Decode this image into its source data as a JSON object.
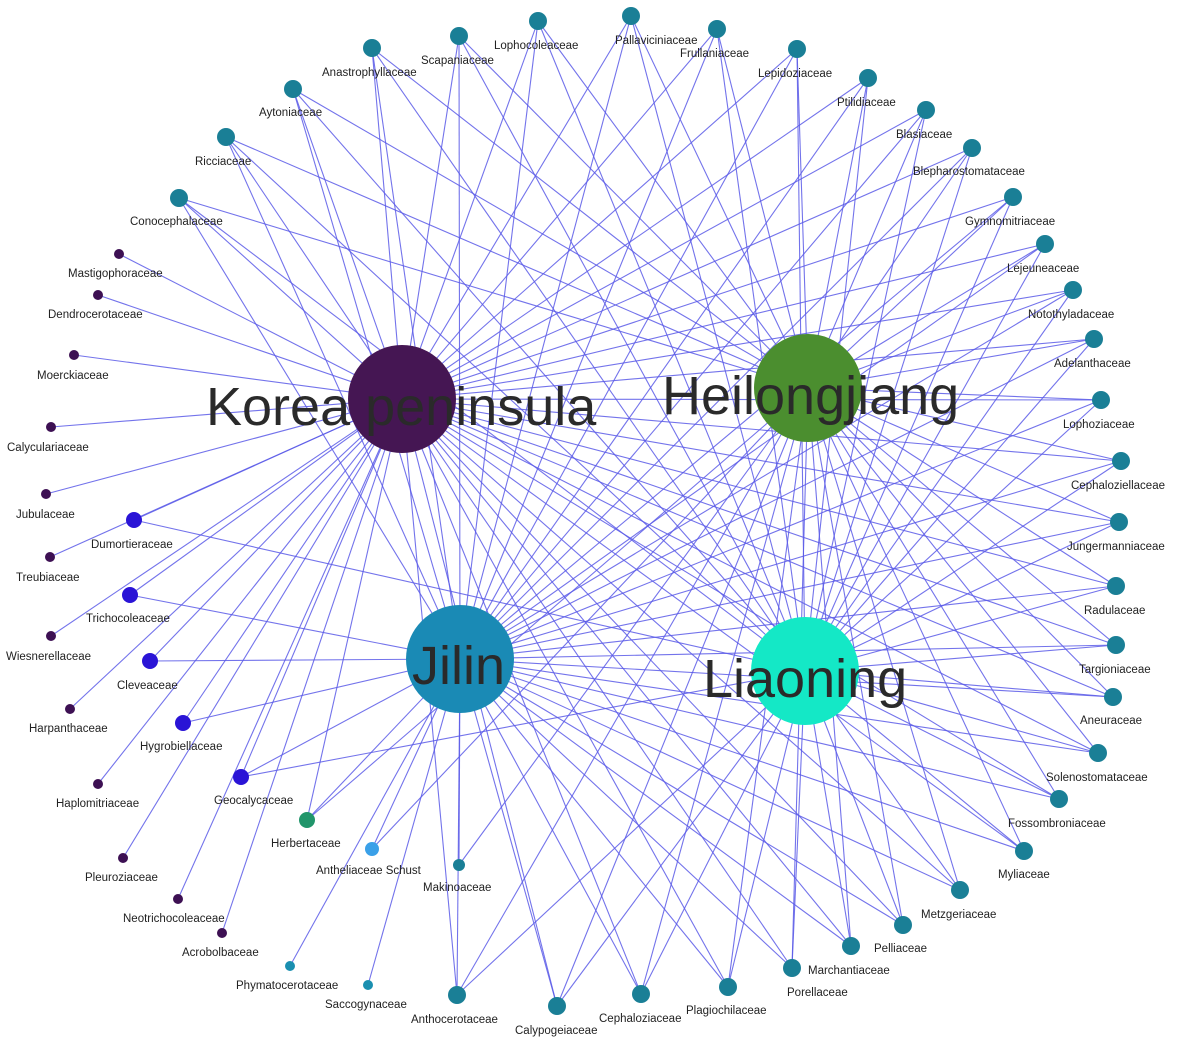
{
  "network": {
    "colors": {
      "edge": "#5a5ae8",
      "teal": "#1a7f96",
      "purple": "#3d1053",
      "blue": "#2a14d6",
      "green": "#21956b",
      "lightblue": "#3aa0e8",
      "smallteal": "#1a8fb0"
    },
    "hubs": [
      {
        "id": "korea",
        "label": "Korea peninsula",
        "color": "#451653"
      },
      {
        "id": "heilongjiang",
        "label": "Heilongjiang",
        "color": "#4b8e2f"
      },
      {
        "id": "jilin",
        "label": "Jilin",
        "color": "#1a8ab5"
      },
      {
        "id": "liaoning",
        "label": "Liaoning",
        "color": "#14e8c6"
      }
    ],
    "families": [
      {
        "label": "Pallaviciniaceae",
        "color": "teal",
        "links": [
          "korea",
          "heilongjiang",
          "jilin",
          "liaoning"
        ]
      },
      {
        "label": "Frullaniaceae",
        "color": "teal",
        "links": [
          "korea",
          "heilongjiang",
          "jilin",
          "liaoning"
        ]
      },
      {
        "label": "Lepidoziaceae",
        "color": "teal",
        "links": [
          "korea",
          "heilongjiang",
          "jilin",
          "liaoning"
        ]
      },
      {
        "label": "Ptilidiaceae",
        "color": "teal",
        "links": [
          "korea",
          "heilongjiang",
          "jilin",
          "liaoning"
        ]
      },
      {
        "label": "Blasiaceae",
        "color": "teal",
        "links": [
          "korea",
          "heilongjiang",
          "jilin",
          "liaoning"
        ]
      },
      {
        "label": "Blepharostomataceae",
        "color": "teal",
        "links": [
          "korea",
          "heilongjiang",
          "jilin",
          "liaoning"
        ]
      },
      {
        "label": "Gymnomitriaceae",
        "color": "teal",
        "links": [
          "korea",
          "heilongjiang",
          "jilin",
          "liaoning"
        ]
      },
      {
        "label": "Lejeuneaceae",
        "color": "teal",
        "links": [
          "korea",
          "heilongjiang",
          "jilin",
          "liaoning"
        ]
      },
      {
        "label": "Notothyladaceae",
        "color": "teal",
        "links": [
          "korea",
          "heilongjiang",
          "jilin",
          "liaoning"
        ]
      },
      {
        "label": "Adelanthaceae",
        "color": "teal",
        "links": [
          "korea",
          "heilongjiang",
          "jilin",
          "liaoning"
        ]
      },
      {
        "label": "Lophoziaceae",
        "color": "teal",
        "links": [
          "korea",
          "heilongjiang",
          "jilin",
          "liaoning"
        ]
      },
      {
        "label": "Cephaloziellaceae",
        "color": "teal",
        "links": [
          "korea",
          "heilongjiang",
          "jilin",
          "liaoning"
        ]
      },
      {
        "label": "Jungermanniaceae",
        "color": "teal",
        "links": [
          "korea",
          "heilongjiang",
          "jilin",
          "liaoning"
        ]
      },
      {
        "label": "Radulaceae",
        "color": "teal",
        "links": [
          "korea",
          "heilongjiang",
          "jilin",
          "liaoning"
        ]
      },
      {
        "label": "Targioniaceae",
        "color": "teal",
        "links": [
          "korea",
          "heilongjiang",
          "jilin",
          "liaoning"
        ]
      },
      {
        "label": "Aneuraceae",
        "color": "teal",
        "links": [
          "korea",
          "heilongjiang",
          "jilin",
          "liaoning"
        ]
      },
      {
        "label": "Solenostomataceae",
        "color": "teal",
        "links": [
          "korea",
          "heilongjiang",
          "jilin",
          "liaoning"
        ]
      },
      {
        "label": "Fossombroniaceae",
        "color": "teal",
        "links": [
          "korea",
          "heilongjiang",
          "jilin",
          "liaoning"
        ]
      },
      {
        "label": "Myliaceae",
        "color": "teal",
        "links": [
          "korea",
          "heilongjiang",
          "jilin",
          "liaoning"
        ]
      },
      {
        "label": "Metzgeriaceae",
        "color": "teal",
        "links": [
          "korea",
          "heilongjiang",
          "jilin",
          "liaoning"
        ]
      },
      {
        "label": "Pelliaceae",
        "color": "teal",
        "links": [
          "korea",
          "heilongjiang",
          "jilin",
          "liaoning"
        ]
      },
      {
        "label": "Marchantiaceae",
        "color": "teal",
        "links": [
          "korea",
          "heilongjiang",
          "jilin",
          "liaoning"
        ]
      },
      {
        "label": "Porellaceae",
        "color": "teal",
        "links": [
          "korea",
          "heilongjiang",
          "jilin",
          "liaoning"
        ]
      },
      {
        "label": "Plagiochilaceae",
        "color": "teal",
        "links": [
          "korea",
          "heilongjiang",
          "jilin",
          "liaoning"
        ]
      },
      {
        "label": "Cephaloziaceae",
        "color": "teal",
        "links": [
          "korea",
          "heilongjiang",
          "jilin",
          "liaoning"
        ]
      },
      {
        "label": "Calypogeiaceae",
        "color": "teal",
        "links": [
          "korea",
          "heilongjiang",
          "jilin",
          "liaoning"
        ]
      },
      {
        "label": "Anthocerotaceae",
        "color": "teal",
        "links": [
          "korea",
          "heilongjiang",
          "jilin",
          "liaoning"
        ]
      },
      {
        "label": "Saccogynaceae",
        "color": "smallteal",
        "links": [
          "jilin"
        ]
      },
      {
        "label": "Phymatocerotaceae",
        "color": "smallteal",
        "links": [
          "jilin"
        ]
      },
      {
        "label": "Makinoaceae",
        "color": "teal",
        "links": [
          "jilin",
          "heilongjiang"
        ]
      },
      {
        "label": "Antheliaceae Schust",
        "color": "lightblue",
        "links": [
          "jilin",
          "heilongjiang"
        ]
      },
      {
        "label": "Herbertaceae",
        "color": "green",
        "links": [
          "korea",
          "jilin",
          "heilongjiang"
        ]
      },
      {
        "label": "Acrobolbaceae",
        "color": "purple",
        "links": [
          "korea"
        ]
      },
      {
        "label": "Neotrichocoleaceae",
        "color": "purple",
        "links": [
          "korea"
        ]
      },
      {
        "label": "Pleuroziaceae",
        "color": "purple",
        "links": [
          "korea"
        ]
      },
      {
        "label": "Haplomitriaceae",
        "color": "purple",
        "links": [
          "korea"
        ]
      },
      {
        "label": "Geocalycaceae",
        "color": "blue",
        "links": [
          "korea",
          "jilin",
          "liaoning"
        ]
      },
      {
        "label": "Hygrobiellaceae",
        "color": "blue",
        "links": [
          "korea",
          "jilin"
        ]
      },
      {
        "label": "Harpanthaceae",
        "color": "purple",
        "links": [
          "korea"
        ]
      },
      {
        "label": "Cleveaceae",
        "color": "blue",
        "links": [
          "korea",
          "jilin"
        ]
      },
      {
        "label": "Wiesnerellaceae",
        "color": "purple",
        "links": [
          "korea"
        ]
      },
      {
        "label": "Trichocoleaceae",
        "color": "blue",
        "links": [
          "korea",
          "jilin"
        ]
      },
      {
        "label": "Treubiaceae",
        "color": "purple",
        "links": [
          "korea"
        ]
      },
      {
        "label": "Dumortieraceae",
        "color": "blue",
        "links": [
          "korea",
          "liaoning"
        ]
      },
      {
        "label": "Jubulaceae",
        "color": "purple",
        "links": [
          "korea"
        ]
      },
      {
        "label": "Calyculariaceae",
        "color": "purple",
        "links": [
          "korea"
        ]
      },
      {
        "label": "Moerckiaceae",
        "color": "purple",
        "links": [
          "korea"
        ]
      },
      {
        "label": "Dendrocerotaceae",
        "color": "purple",
        "links": [
          "korea"
        ]
      },
      {
        "label": "Mastigophoraceae",
        "color": "purple",
        "links": [
          "korea"
        ]
      },
      {
        "label": "Conocephalaceae",
        "color": "teal",
        "links": [
          "korea",
          "heilongjiang",
          "jilin",
          "liaoning"
        ]
      },
      {
        "label": "Ricciaceae",
        "color": "teal",
        "links": [
          "korea",
          "heilongjiang",
          "jilin",
          "liaoning"
        ]
      },
      {
        "label": "Aytoniaceae",
        "color": "teal",
        "links": [
          "korea",
          "heilongjiang",
          "jilin",
          "liaoning"
        ]
      },
      {
        "label": "Anastrophyllaceae",
        "color": "teal",
        "links": [
          "korea",
          "heilongjiang",
          "jilin",
          "liaoning"
        ]
      },
      {
        "label": "Scapaniaceae",
        "color": "teal",
        "links": [
          "korea",
          "heilongjiang",
          "jilin",
          "liaoning"
        ]
      },
      {
        "label": "Lophocoleaceae",
        "color": "teal",
        "links": [
          "korea",
          "heilongjiang",
          "jilin",
          "liaoning"
        ]
      }
    ]
  }
}
